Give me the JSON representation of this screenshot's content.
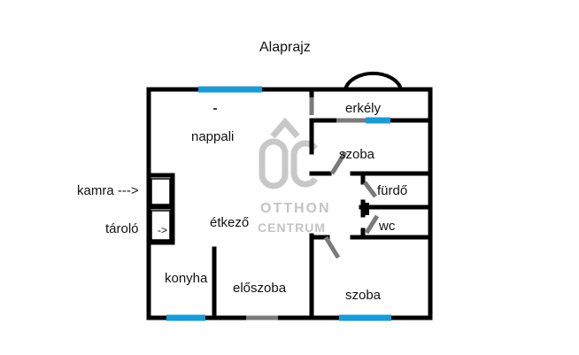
{
  "title": "Alaprajz",
  "rooms": {
    "nappali": "nappali",
    "etkezo": "étkező",
    "konyha": "konyha",
    "eloszoba": "előszoba",
    "erkely": "erkély",
    "szoba_top": "szoba",
    "furdo": "fürdő",
    "wc": "wc",
    "szoba_bottom": "szoba"
  },
  "side_labels": {
    "kamra": "kamra --->",
    "tarolo": "tároló",
    "tarolo_arrow": "->"
  },
  "watermark": {
    "mark": "OC",
    "line1": "OTTHON",
    "line2": "CENTRUM"
  },
  "colors": {
    "wall": "#000000",
    "window": "#1a9bd6",
    "door": "#7a7a7a",
    "watermark": "#c4c4c4"
  }
}
